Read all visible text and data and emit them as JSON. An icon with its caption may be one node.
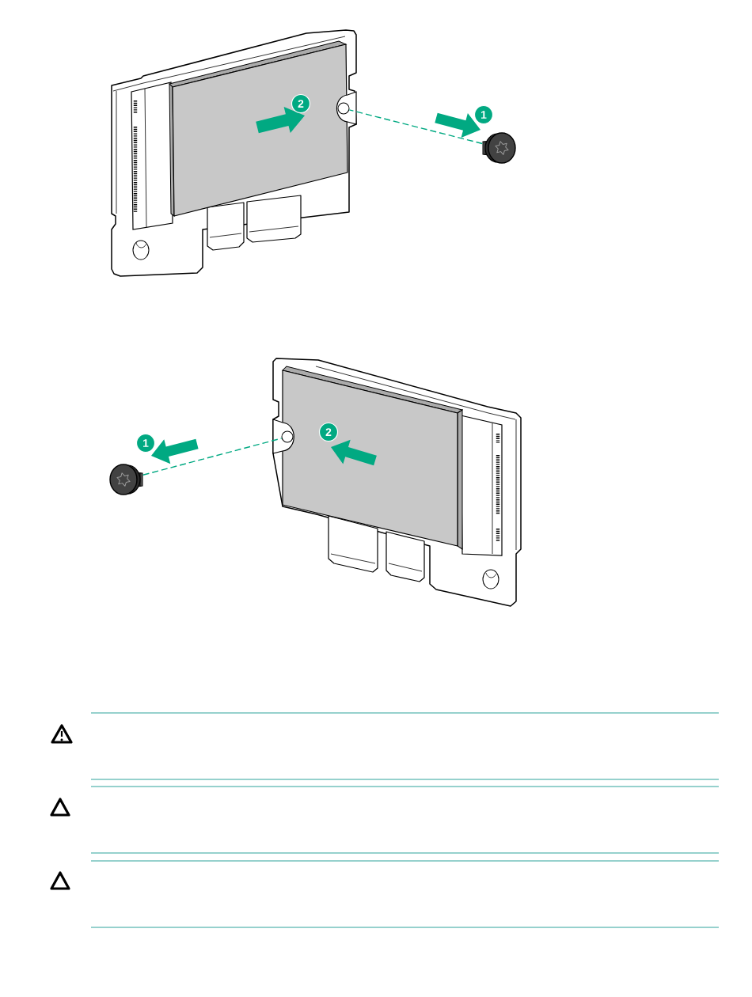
{
  "diagram": {
    "nodes": [
      {
        "text": [],
        "shape": "circle"
      },
      {
        "text": [],
        "shape": "picture"
      },
      {
        "text": [],
        "shape": "picture"
      },
      {
        "text": [],
        "shape": "circle"
      }
    ],
    "edges": [
      {
        "from": 1,
        "to": 0,
        "arrow": "none",
        "style": "dashed"
      },
      {
        "from": 2,
        "to": 3,
        "arrow": "none",
        "style": "dashed"
      }
    ],
    "labels": [
      "2",
      "1",
      "1",
      "2"
    ]
  }
}
